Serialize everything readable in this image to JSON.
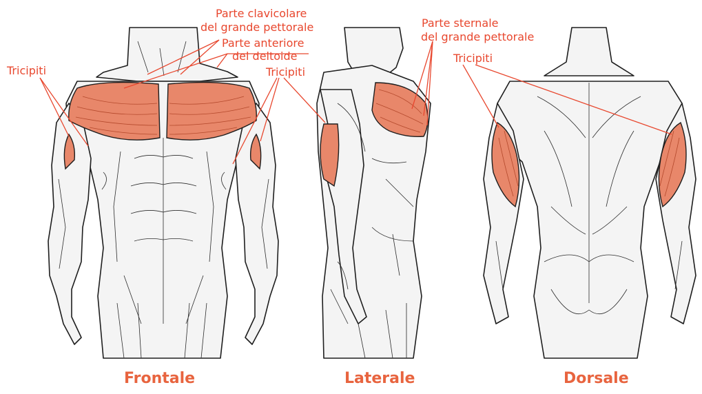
{
  "colors": {
    "label": "#e8472e",
    "caption": "#e8643f",
    "muscle_highlight": "#e8876a",
    "outline": "#1e1e1e"
  },
  "labels": {
    "tricipiti_left": "Tricipiti",
    "parte_clavicolare_line1": "Parte clavicolare",
    "parte_clavicolare_line2": "del grande pettorale",
    "parte_anteriore_line1": "Parte anteriore",
    "parte_anteriore_line2": "del deltoide",
    "tricipiti_center": "Tricipiti",
    "parte_sternale_line1": "Parte sternale",
    "parte_sternale_line2": "del grande pettorale",
    "tricipiti_right": "Tricipiti"
  },
  "captions": {
    "frontale": "Frontale",
    "laterale": "Laterale",
    "dorsale": "Dorsale"
  }
}
